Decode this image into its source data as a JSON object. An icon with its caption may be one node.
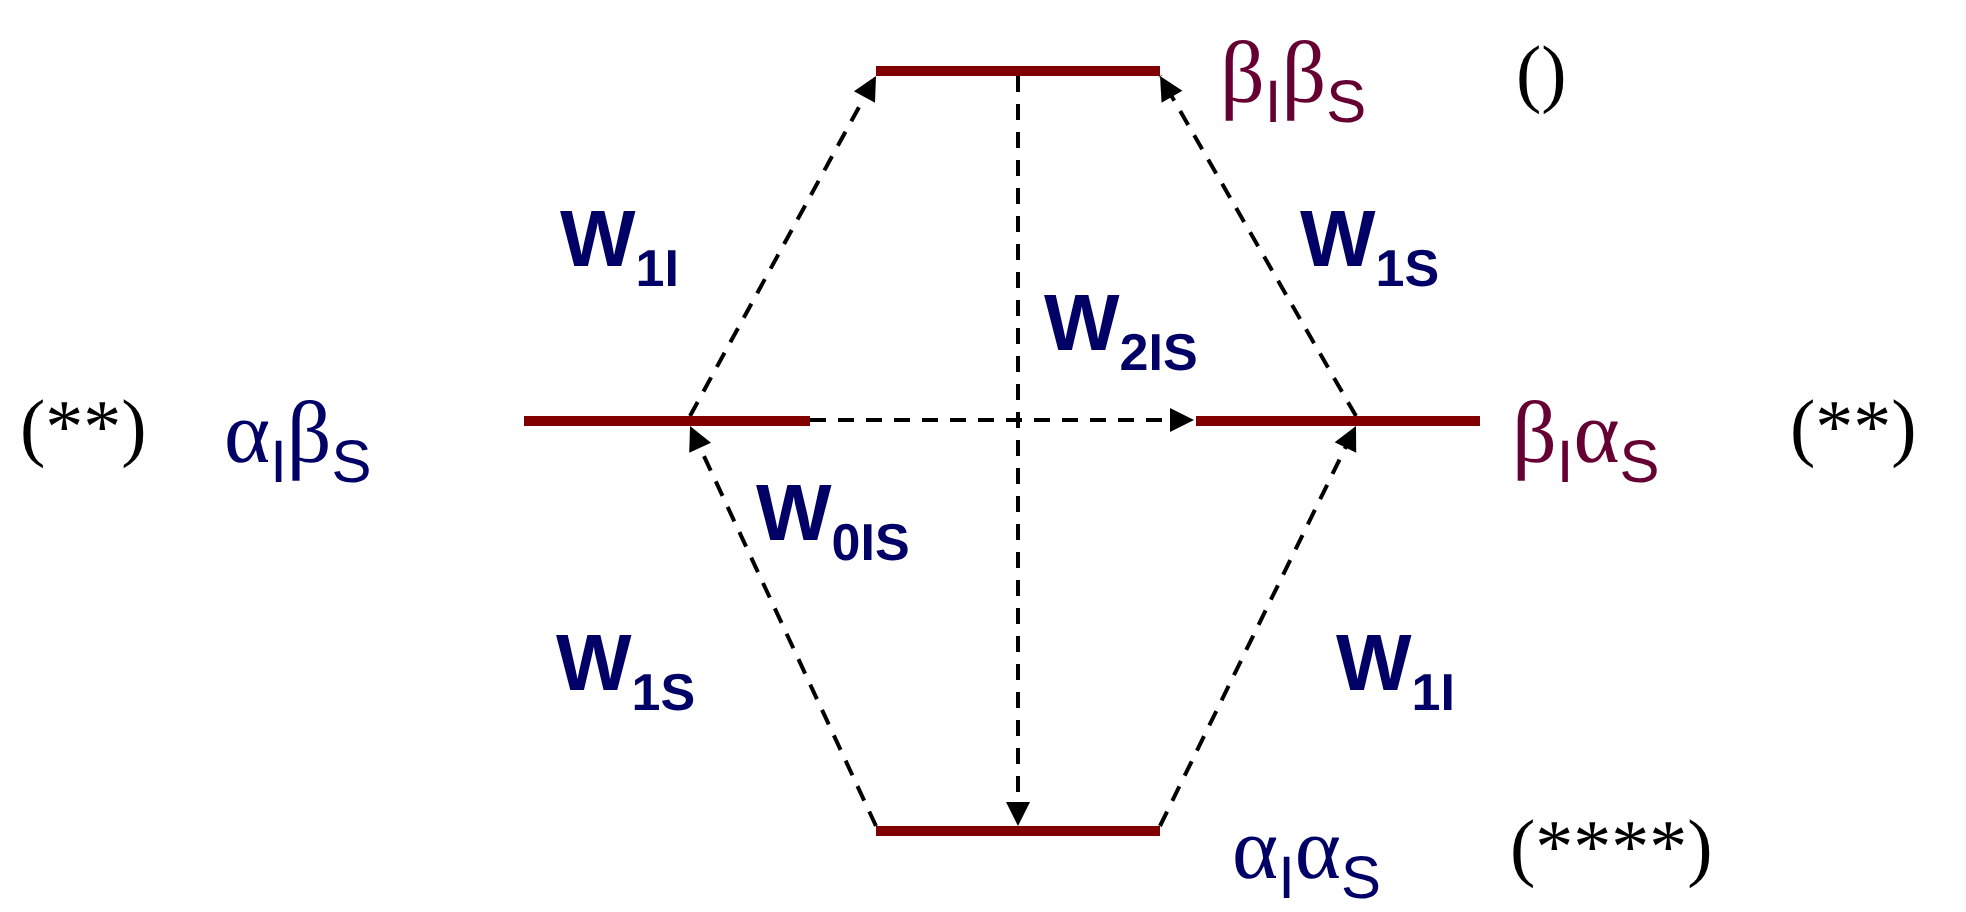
{
  "diagram": {
    "nodes": [
      {
        "text": [],
        "shape": "bar",
        "beside": [
          "β$_{I}$β$_{S}$",
          "()"
        ]
      },
      {
        "text": [],
        "shape": "bar",
        "beside": [
          "(**)",
          "α$_{I}$β$_{S}$"
        ]
      },
      {
        "text": [],
        "shape": "bar",
        "beside": [
          "β$_{I}$α$_{S}$",
          "(**)"
        ]
      },
      {
        "text": [],
        "shape": "bar",
        "beside": [
          "α$_{I}$α$_{S}$",
          "(****)"
        ]
      }
    ],
    "edges": [
      {
        "from": 1,
        "to": 0,
        "arrow": "to",
        "style": "dashed",
        "label": "W$_{1I}$"
      },
      {
        "from": 2,
        "to": 0,
        "arrow": "to",
        "style": "dashed",
        "label": "W$_{1S}$"
      },
      {
        "from": 0,
        "to": 3,
        "arrow": "to",
        "style": "dashed",
        "label": "W$_{2IS}$"
      },
      {
        "from": 1,
        "to": 2,
        "arrow": "to",
        "style": "dashed",
        "label": "W$_{0IS}$"
      },
      {
        "from": 3,
        "to": 1,
        "arrow": "to",
        "style": "dashed",
        "label": "W$_{1S}$"
      },
      {
        "from": 3,
        "to": 2,
        "arrow": "to",
        "style": "dashed",
        "label": "W$_{1I}$"
      }
    ]
  }
}
